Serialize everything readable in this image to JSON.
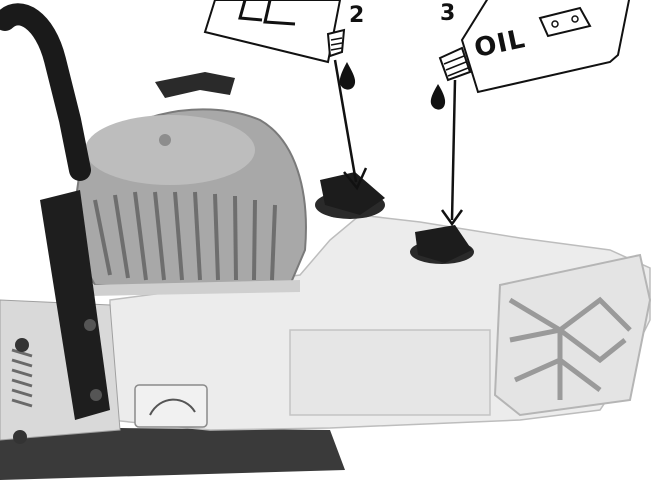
{
  "callouts": {
    "step_fuel": "2",
    "step_oil": "3",
    "oil_can_label": "OIL"
  },
  "icons": {
    "fuel_can": "fuel-can-icon",
    "oil_can": "oil-can-icon",
    "chain": "chain-icon",
    "drop": "drop-icon",
    "arrow": "arrow-down-icon"
  },
  "colors": {
    "housing": "#ececec",
    "housing_shadow": "#a9a9a9",
    "cover_gray": "#a8a8a8",
    "cap_black": "#1c1c1c",
    "line_art": "#111111"
  }
}
